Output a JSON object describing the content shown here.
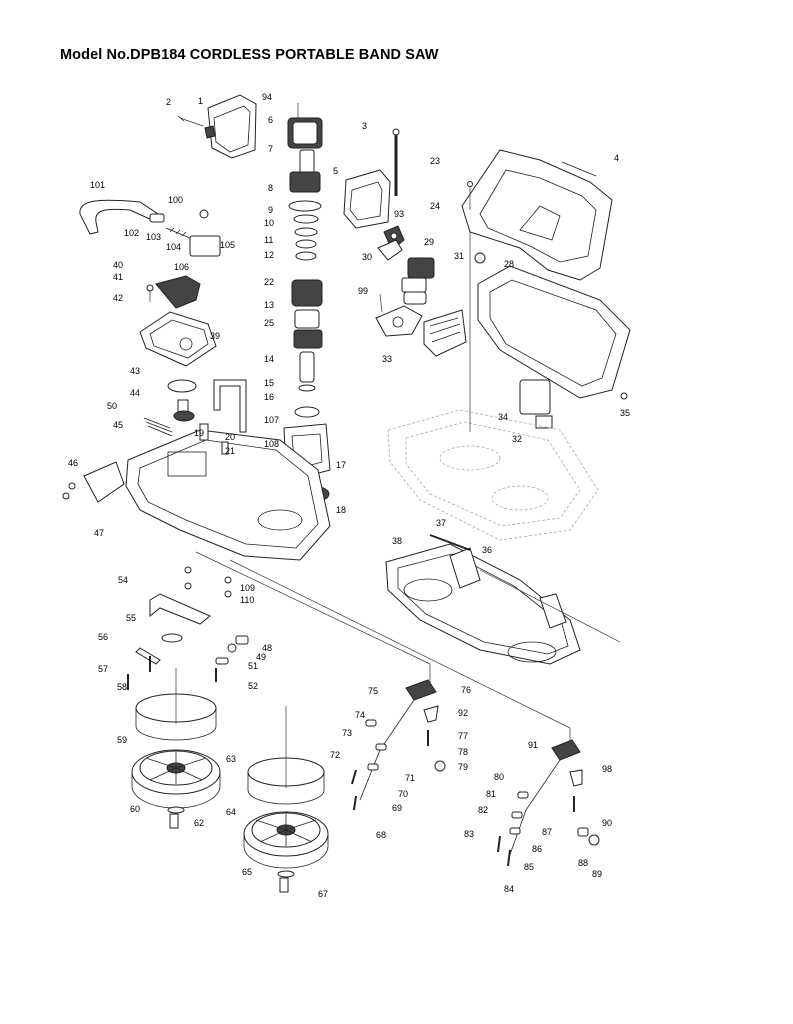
{
  "page": {
    "title": "Model No.DPB184 CORDLESS PORTABLE BAND SAW"
  },
  "callouts": [
    {
      "id": "c1",
      "text": "1"
    },
    {
      "id": "c2",
      "text": "2"
    },
    {
      "id": "c3",
      "text": "3"
    },
    {
      "id": "c4",
      "text": "4"
    },
    {
      "id": "c5",
      "text": "5"
    },
    {
      "id": "c6",
      "text": "6"
    },
    {
      "id": "c7",
      "text": "7"
    },
    {
      "id": "c8",
      "text": "8"
    },
    {
      "id": "c9",
      "text": "9"
    },
    {
      "id": "c10",
      "text": "10"
    },
    {
      "id": "c11",
      "text": "11"
    },
    {
      "id": "c12",
      "text": "12"
    },
    {
      "id": "c13",
      "text": "13"
    },
    {
      "id": "c14",
      "text": "14"
    },
    {
      "id": "c15",
      "text": "15"
    },
    {
      "id": "c16",
      "text": "16"
    },
    {
      "id": "c17",
      "text": "17"
    },
    {
      "id": "c18",
      "text": "18"
    },
    {
      "id": "c19",
      "text": "19"
    },
    {
      "id": "c20",
      "text": "20"
    },
    {
      "id": "c21",
      "text": "21"
    },
    {
      "id": "c22",
      "text": "22"
    },
    {
      "id": "c23",
      "text": "23"
    },
    {
      "id": "c24",
      "text": "24"
    },
    {
      "id": "c25",
      "text": "25"
    },
    {
      "id": "c28",
      "text": "28"
    },
    {
      "id": "c29",
      "text": "29"
    },
    {
      "id": "c30",
      "text": "30"
    },
    {
      "id": "c31",
      "text": "31"
    },
    {
      "id": "c32",
      "text": "32"
    },
    {
      "id": "c33",
      "text": "33"
    },
    {
      "id": "c34",
      "text": "34"
    },
    {
      "id": "c35",
      "text": "35"
    },
    {
      "id": "c36",
      "text": "36"
    },
    {
      "id": "c37",
      "text": "37"
    },
    {
      "id": "c38",
      "text": "38"
    },
    {
      "id": "c39",
      "text": "39"
    },
    {
      "id": "c40",
      "text": "40"
    },
    {
      "id": "c41",
      "text": "41"
    },
    {
      "id": "c42",
      "text": "42"
    },
    {
      "id": "c43",
      "text": "43"
    },
    {
      "id": "c44",
      "text": "44"
    },
    {
      "id": "c45",
      "text": "45"
    },
    {
      "id": "c46",
      "text": "46"
    },
    {
      "id": "c47",
      "text": "47"
    },
    {
      "id": "c48",
      "text": "48"
    },
    {
      "id": "c49",
      "text": "49"
    },
    {
      "id": "c50",
      "text": "50"
    },
    {
      "id": "c51",
      "text": "51"
    },
    {
      "id": "c52",
      "text": "52"
    },
    {
      "id": "c54",
      "text": "54"
    },
    {
      "id": "c55",
      "text": "55"
    },
    {
      "id": "c56",
      "text": "56"
    },
    {
      "id": "c57",
      "text": "57"
    },
    {
      "id": "c58",
      "text": "58"
    },
    {
      "id": "c59",
      "text": "59"
    },
    {
      "id": "c60",
      "text": "60"
    },
    {
      "id": "c62",
      "text": "62"
    },
    {
      "id": "c63",
      "text": "63"
    },
    {
      "id": "c64",
      "text": "64"
    },
    {
      "id": "c65",
      "text": "65"
    },
    {
      "id": "c67",
      "text": "67"
    },
    {
      "id": "c68",
      "text": "68"
    },
    {
      "id": "c69",
      "text": "69"
    },
    {
      "id": "c70",
      "text": "70"
    },
    {
      "id": "c71",
      "text": "71"
    },
    {
      "id": "c72",
      "text": "72"
    },
    {
      "id": "c73",
      "text": "73"
    },
    {
      "id": "c74",
      "text": "74"
    },
    {
      "id": "c75",
      "text": "75"
    },
    {
      "id": "c76",
      "text": "76"
    },
    {
      "id": "c77",
      "text": "77"
    },
    {
      "id": "c78",
      "text": "78"
    },
    {
      "id": "c79",
      "text": "79"
    },
    {
      "id": "c80",
      "text": "80"
    },
    {
      "id": "c81",
      "text": "81"
    },
    {
      "id": "c82",
      "text": "82"
    },
    {
      "id": "c83",
      "text": "83"
    },
    {
      "id": "c84",
      "text": "84"
    },
    {
      "id": "c85",
      "text": "85"
    },
    {
      "id": "c86",
      "text": "86"
    },
    {
      "id": "c87",
      "text": "87"
    },
    {
      "id": "c88",
      "text": "88"
    },
    {
      "id": "c89",
      "text": "89"
    },
    {
      "id": "c90",
      "text": "90"
    },
    {
      "id": "c91",
      "text": "91"
    },
    {
      "id": "c92",
      "text": "92"
    },
    {
      "id": "c93",
      "text": "93"
    },
    {
      "id": "c94",
      "text": "94"
    },
    {
      "id": "c98",
      "text": "98"
    },
    {
      "id": "c99",
      "text": "99"
    },
    {
      "id": "c100",
      "text": "100"
    },
    {
      "id": "c101",
      "text": "101"
    },
    {
      "id": "c102",
      "text": "102"
    },
    {
      "id": "c103",
      "text": "103"
    },
    {
      "id": "c104",
      "text": "104"
    },
    {
      "id": "c105",
      "text": "105"
    },
    {
      "id": "c106",
      "text": "106"
    },
    {
      "id": "c107",
      "text": "107"
    },
    {
      "id": "c108",
      "text": "108"
    },
    {
      "id": "c109",
      "text": "109"
    },
    {
      "id": "c110",
      "text": "110"
    }
  ]
}
